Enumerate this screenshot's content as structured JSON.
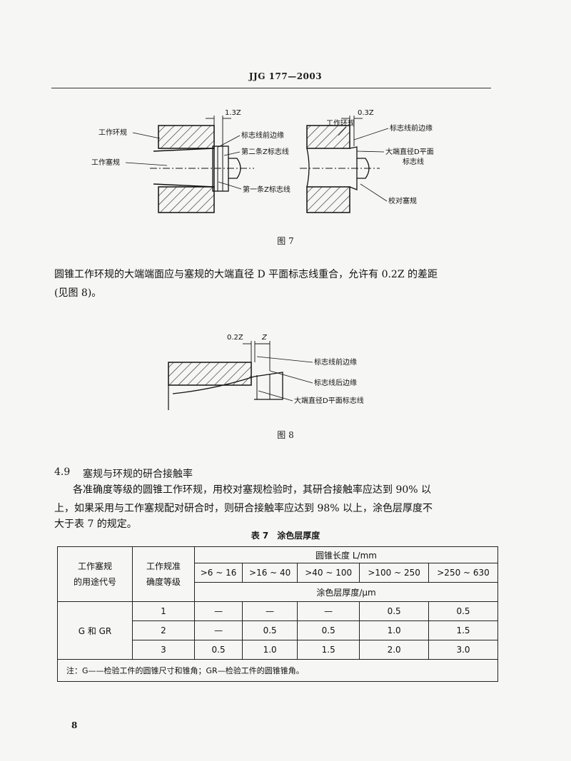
{
  "header": {
    "code": "JJG 177—2003"
  },
  "figure7": {
    "caption": "图 7",
    "dim_left": "1.3Z",
    "dim_right": "0.3Z",
    "label_work_ring": "工作环规",
    "label_work_plug": "工作塞规",
    "label_front_edge": "标志线前边缘",
    "label_second_line": "第二条Z标志线",
    "label_first_line": "第一条Z标志线",
    "label_work_ring_r": "工作环规",
    "label_front_edge_r": "标志线前边缘",
    "label_big_end_1": "大端直径D平面",
    "label_big_end_2": "标志线",
    "label_check_plug": "校对塞规"
  },
  "paragraph1": {
    "line1": "圆锥工作环规的大端端面应与塞规的大端直径 D 平面标志线重合，允许有 0.2Z 的差距",
    "line2": "(见图 8)。"
  },
  "figure8": {
    "caption": "图 8",
    "dim_a": "0.2Z",
    "dim_b": "Z",
    "label_front": "标志线前边缘",
    "label_back": "标志线后边缘",
    "label_big_end": "大端直径D平面标志线"
  },
  "section49": {
    "number": "4.9",
    "title": "塞规与环规的研合接触率",
    "line1": "各准确度等级的圆锥工作环规，用校对塞规检验时，其研合接触率应达到 90% 以",
    "line2": "上，如果采用与工作塞规配对研合时，则研合接触率应达到 98% 以上，涂色层厚度不",
    "line3": "大于表 7 的规定。"
  },
  "table7": {
    "title": "表 7　涂色层厚度",
    "col_use_1": "工作塞规",
    "col_use_2": "的用途代号",
    "col_grade_1": "工作规准",
    "col_grade_2": "确度等级",
    "length_header": "圆锥长度 L/mm",
    "ranges": [
      ">6 ~ 16",
      ">16 ~ 40",
      ">40 ~ 100",
      ">100 ~ 250",
      ">250 ~ 630"
    ],
    "thickness_header": "涂色层厚度/μm",
    "group": "G 和 GR",
    "rows": [
      {
        "grade": "1",
        "values": [
          "—",
          "—",
          "—",
          "0.5",
          "0.5"
        ]
      },
      {
        "grade": "2",
        "values": [
          "—",
          "0.5",
          "0.5",
          "1.0",
          "1.5"
        ]
      },
      {
        "grade": "3",
        "values": [
          "0.5",
          "1.0",
          "1.5",
          "2.0",
          "3.0"
        ]
      }
    ],
    "note": "注：G——检验工件的圆锥尺寸和锥角；GR—检验工件的圆锥锥角。"
  },
  "footer": {
    "page_number": "8"
  }
}
